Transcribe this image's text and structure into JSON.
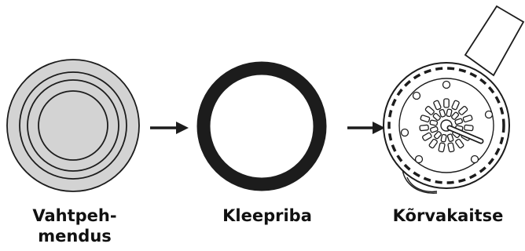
{
  "steps": [
    {
      "label_line1": "Vahtpeh-",
      "label_line2": "mendus",
      "icon": "foam-cushion-icon",
      "fill_color": "#d3d3d3"
    },
    {
      "label": "Kleepriba",
      "icon": "adhesive-strip-ring-icon",
      "ring_color": "#1c1c1c"
    },
    {
      "label": "Kõrvakaitse",
      "icon": "earcup-icon"
    }
  ],
  "connectors": [
    "arrow-right-icon",
    "arrow-right-icon"
  ],
  "colors": {
    "outline": "#1c1c1c",
    "background": "#ffffff"
  }
}
